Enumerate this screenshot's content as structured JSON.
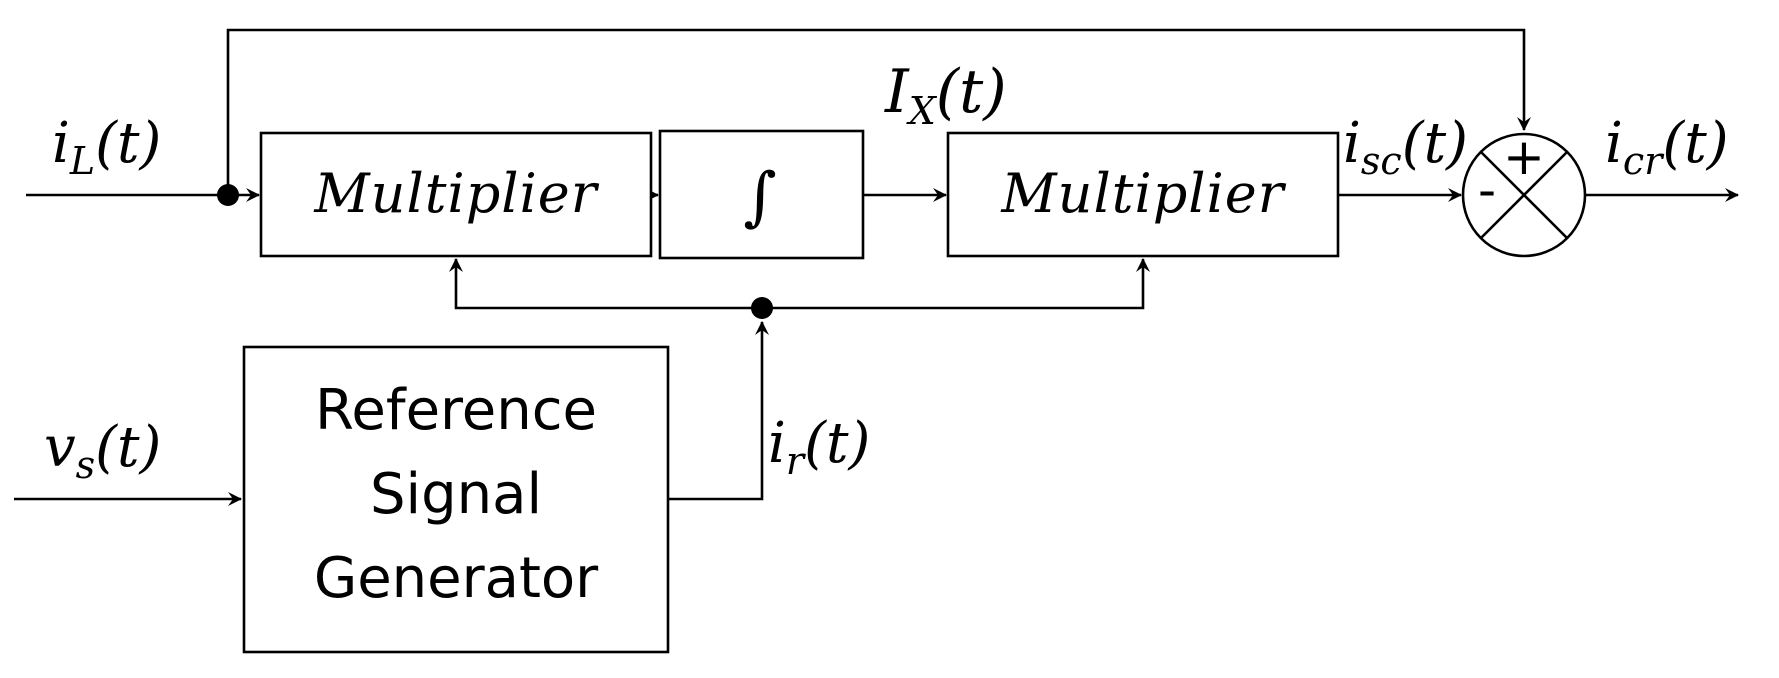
{
  "blocks": {
    "multiplier_1": "Multiplier",
    "integrator": "∫",
    "multiplier_2": "Multiplier",
    "generator": [
      "Reference",
      "Signal",
      "Generator"
    ]
  },
  "signals": {
    "iL": {
      "base": "i",
      "sub": "L",
      "arg": "(t)"
    },
    "IX": {
      "base": "I",
      "sub": "X",
      "arg": "(t)"
    },
    "isc": {
      "base": "i",
      "sub": "sc",
      "arg": "(t)"
    },
    "icr": {
      "base": "i",
      "sub": "cr",
      "arg": "(t)"
    },
    "vs": {
      "base": "v",
      "sub": "s",
      "arg": "(t)"
    },
    "ir": {
      "base": "i",
      "sub": "r",
      "arg": "(t)"
    }
  },
  "summing_junction": {
    "plus": "+",
    "minus": "-"
  }
}
